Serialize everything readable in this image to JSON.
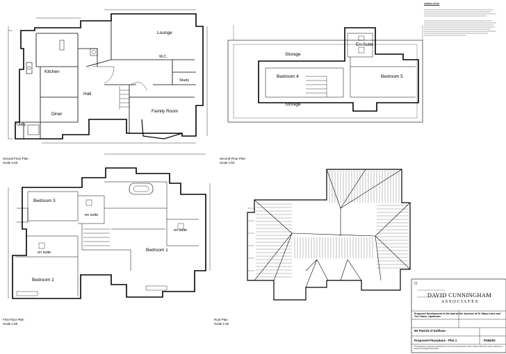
{
  "plans": {
    "ground": {
      "title": "Ground Floor Plan",
      "scale": "Scale 1:50",
      "rooms": {
        "lounge": "Lounge",
        "wc": "W.C.",
        "study": "Study",
        "kitchen": "Kitchen",
        "hall": "Hall",
        "diner": "Diner",
        "family_room": "Family Room",
        "utility": "Utility"
      }
    },
    "second": {
      "title": "Second Floor Plan",
      "scale": "Scale 1:50",
      "rooms": {
        "storage_top": "Storage",
        "en_suite": "En-Suite",
        "bedroom4": "Bedroom 4",
        "bedroom5": "Bedroom 5",
        "storage_bottom": "Storage"
      }
    },
    "first": {
      "title": "First Floor Plan",
      "scale": "Scale 1:50",
      "rooms": {
        "bedroom3": "Bedroom 3",
        "en_suite_a": "en suite",
        "en_suite_b": "en suite",
        "en_suite_c": "en suite",
        "bedroom1": "Bedroom 1",
        "bedroom2": "Bedroom 2"
      }
    },
    "roof": {
      "title": "Roof Plan",
      "scale": "Scale 1:50"
    }
  },
  "title_block": {
    "company_line1": "DAVID CUNNINGHAM",
    "company_line2": "A S S O C I A T E S",
    "project": "Proposed Development of the land at the Junction of St. Marys Lane and The Chase, Upminster",
    "client": "Mr Patrick O'Sullivan",
    "drawing": "Proposed Floorplans - Plot 1",
    "drawing_no": "P284/02",
    "footer": "This drawing is copyright protected and must not be reproduced in part or whole without the written authority of David Cunningham Associates",
    "general_notes": "GENERAL NOTES"
  }
}
